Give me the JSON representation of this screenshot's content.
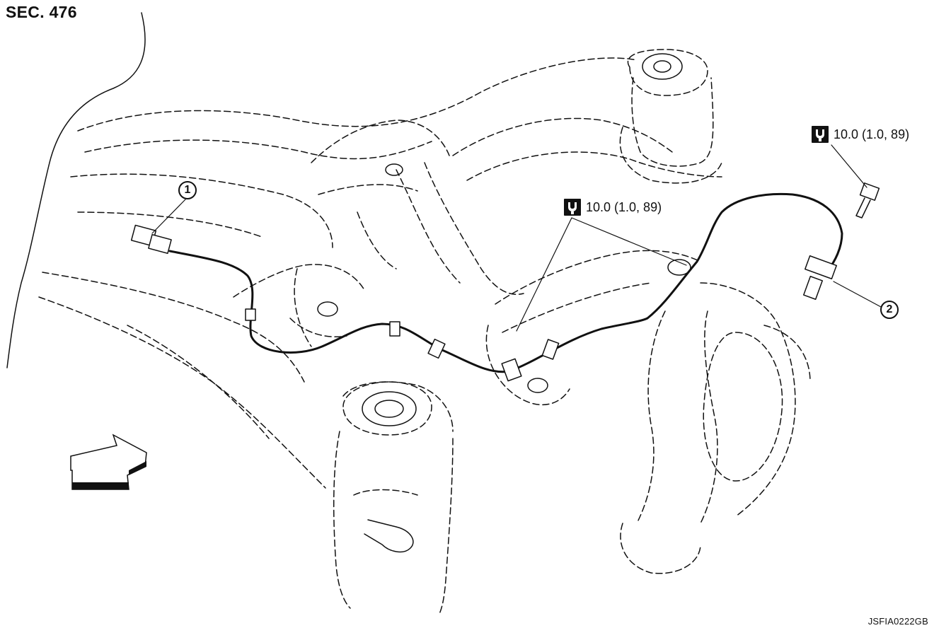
{
  "section_label": "SEC. 476",
  "figure_code": "JSFIA0222GB",
  "torque_specs": [
    {
      "text": "10.0 (1.0, 89)",
      "icon": "torque-wrench-icon"
    },
    {
      "text": "10.0 (1.0, 89)",
      "icon": "torque-wrench-icon"
    }
  ],
  "callouts": [
    {
      "number": "1"
    },
    {
      "number": "2"
    }
  ],
  "icons": [
    "front-direction-arrow-icon",
    "torque-wrench-icon"
  ]
}
